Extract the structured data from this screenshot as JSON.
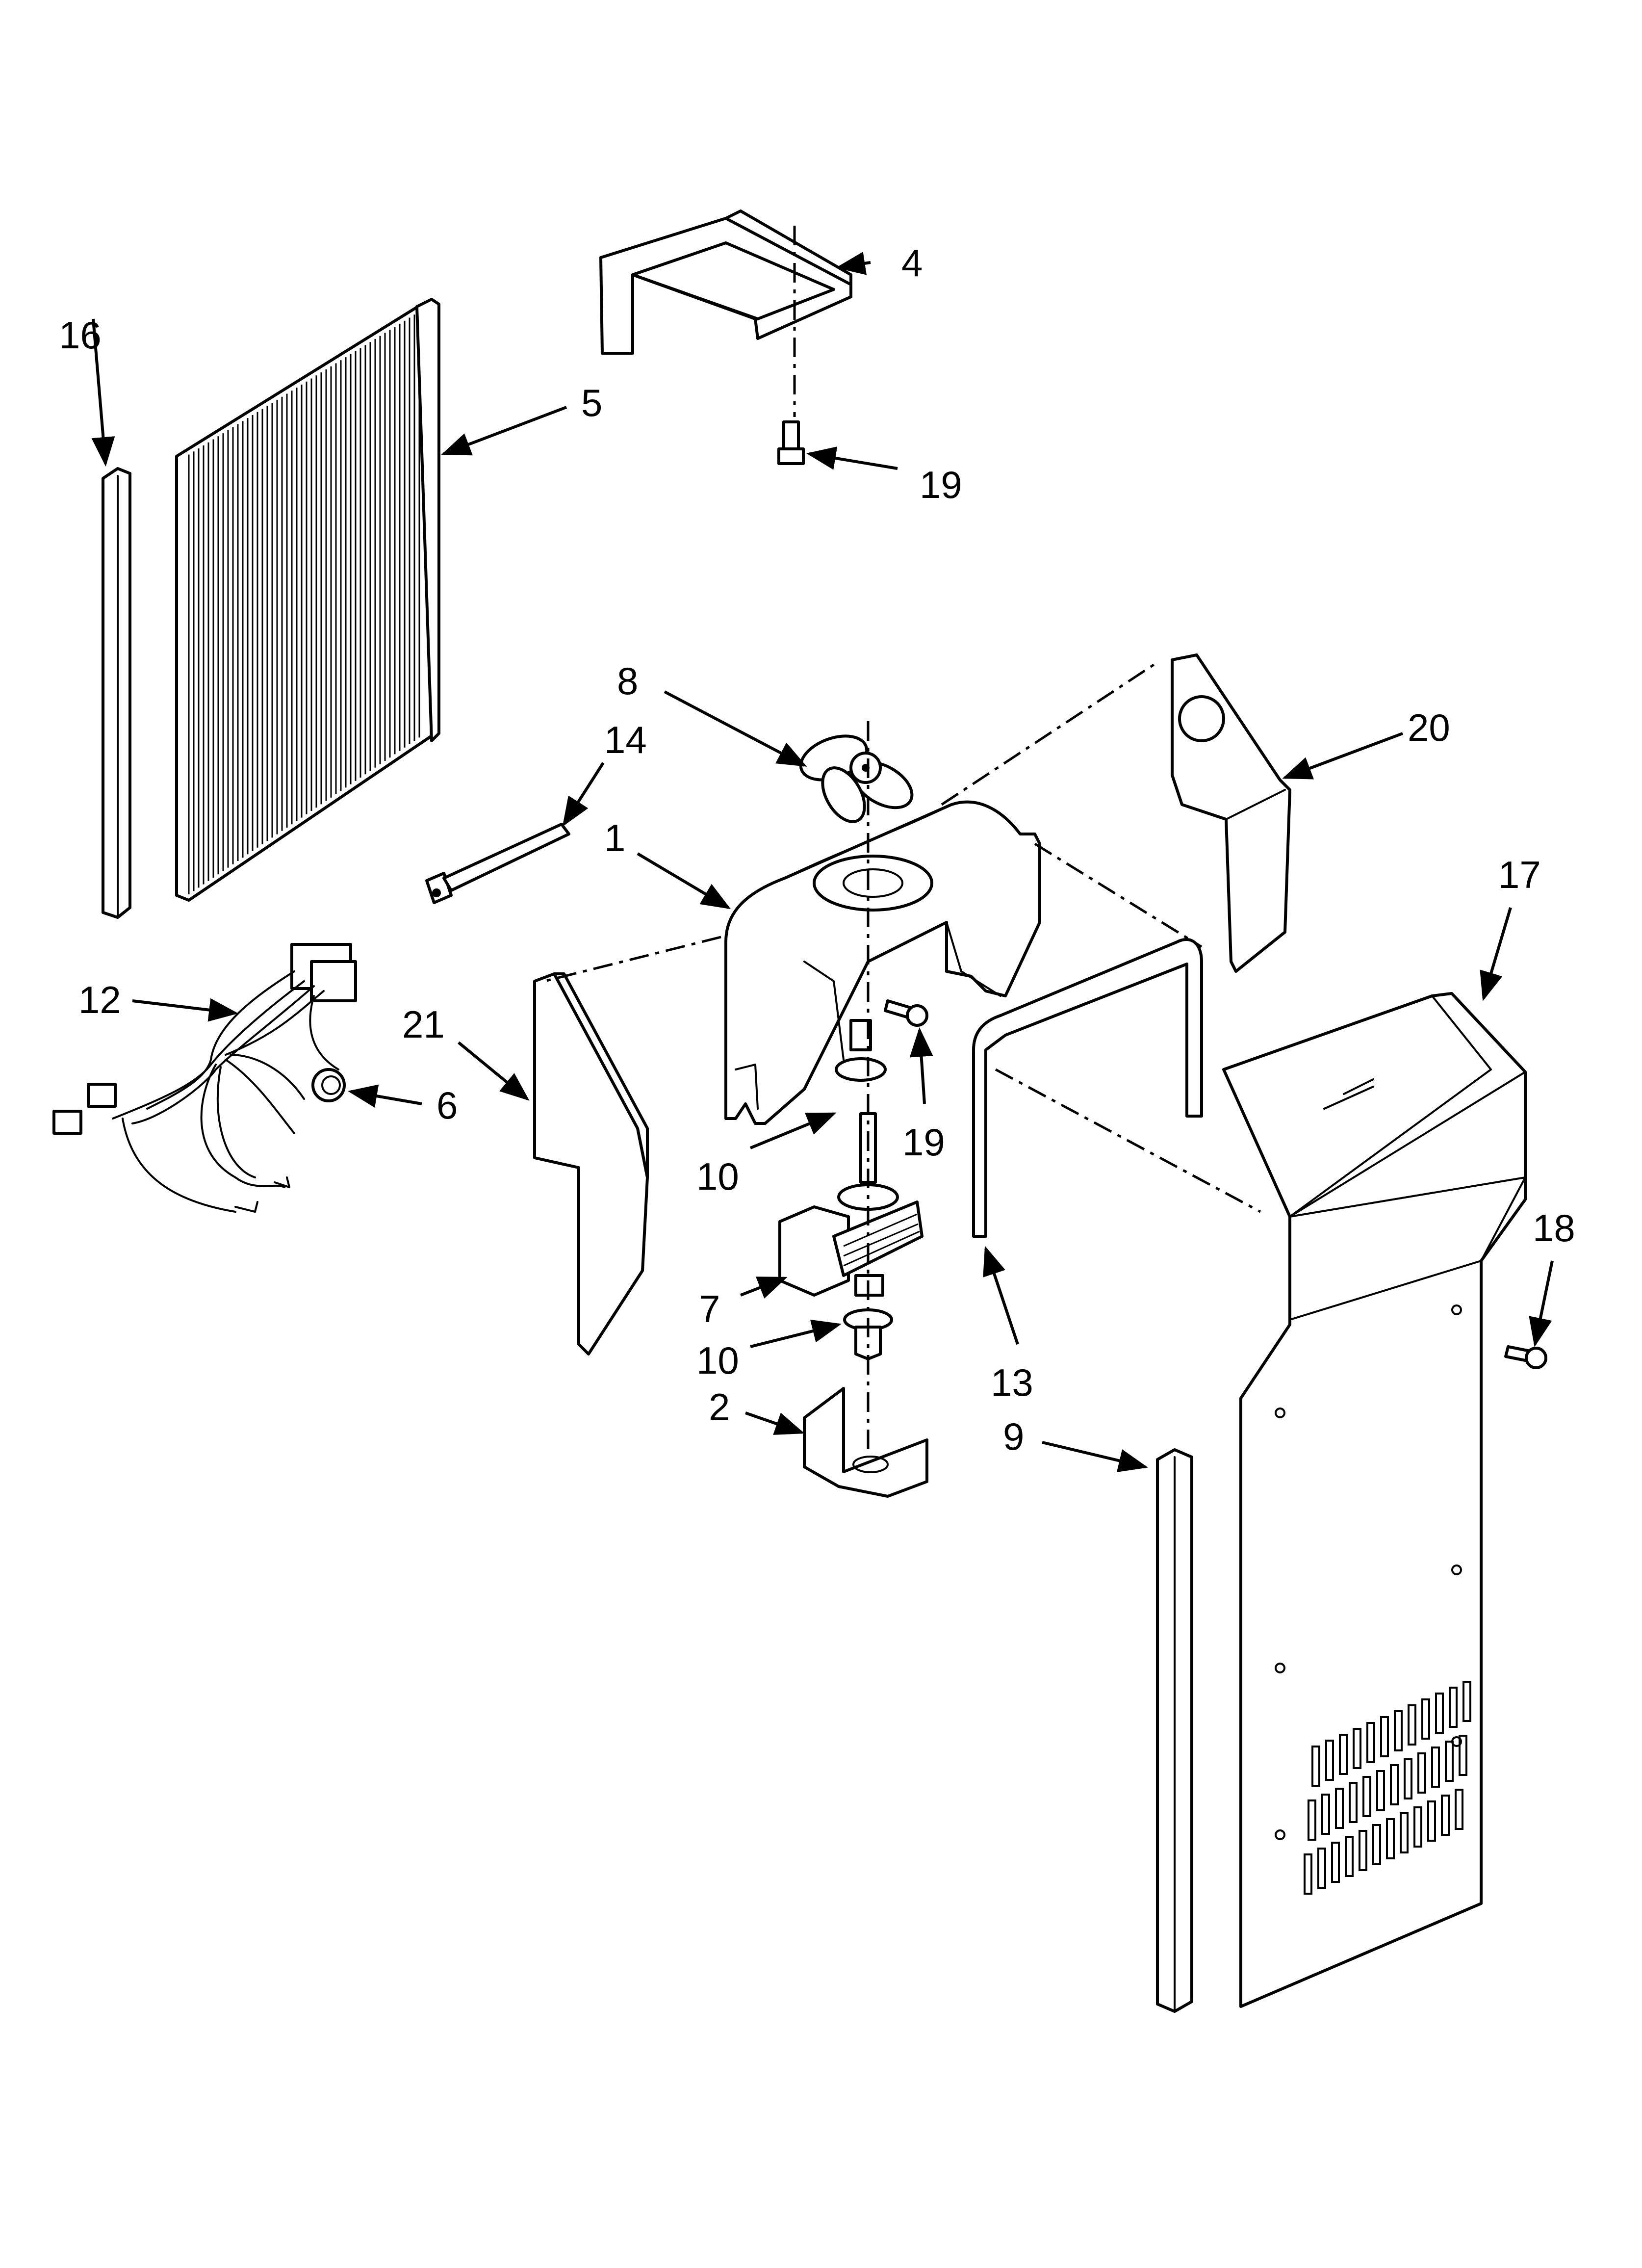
{
  "diagram": {
    "type": "exploded parts diagram",
    "callouts": [
      "1",
      "2",
      "4",
      "5",
      "6",
      "7",
      "8",
      "9",
      "10",
      "10",
      "12",
      "13",
      "14",
      "16",
      "17",
      "18",
      "19",
      "19",
      "20",
      "21"
    ]
  },
  "colors": {
    "ink": "#000000",
    "paper": "#ffffff"
  }
}
